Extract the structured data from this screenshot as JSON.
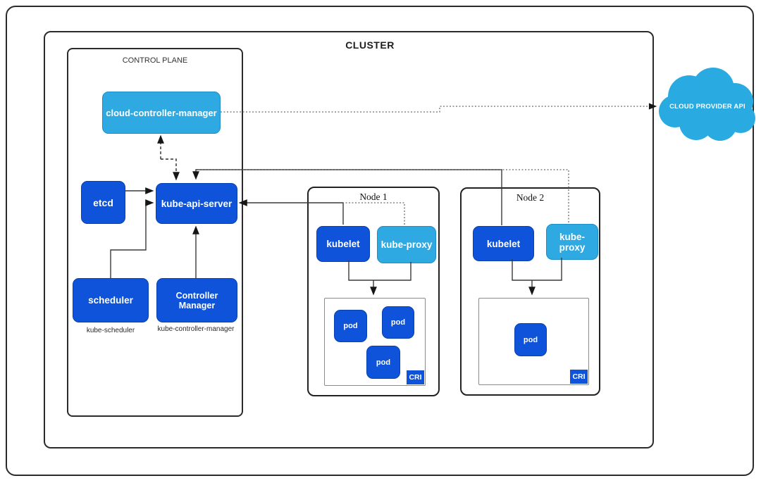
{
  "cluster": {
    "label": "CLUSTER"
  },
  "control_plane": {
    "label": "CONTROL PLANE",
    "cloud_controller_manager": "cloud-controller-manager",
    "etcd": "etcd",
    "kube_api_server": "kube-api-server",
    "scheduler": "scheduler",
    "scheduler_caption": "kube-scheduler",
    "controller_manager": "Controller Manager",
    "controller_manager_caption": "kube-controller-manager"
  },
  "nodes": [
    {
      "title": "Node 1",
      "kubelet": "kubelet",
      "kube_proxy": "kube-proxy",
      "cri_label": "CRI",
      "pods": [
        "pod",
        "pod",
        "pod"
      ]
    },
    {
      "title": "Node 2",
      "kubelet": "kubelet",
      "kube_proxy": "kube-proxy",
      "cri_label": "CRI",
      "pods": [
        "pod"
      ]
    }
  ],
  "cloud_provider": {
    "label": "CLOUD PROVIDER API"
  },
  "colors": {
    "dark_blue": "#0e53d9",
    "light_blue": "#2fa9e1",
    "cloud_blue": "#29abe2",
    "line": "#3a3a3a"
  }
}
